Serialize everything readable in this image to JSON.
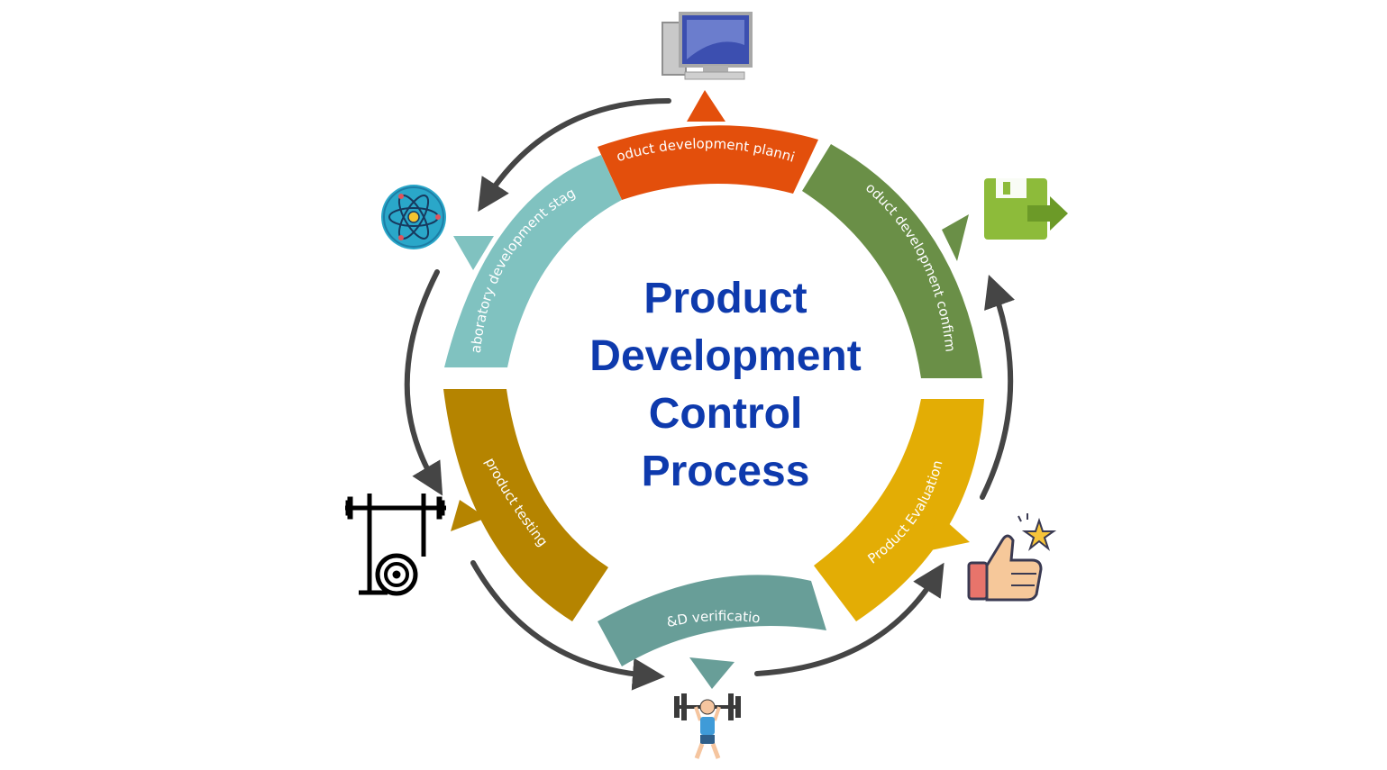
{
  "title_lines": [
    "Product",
    "Development",
    "Control",
    "Process"
  ],
  "stages": [
    {
      "label": "Product development planning",
      "color": "#e34f0c"
    },
    {
      "label": "Product development confirmed",
      "color": "#6a8f47"
    },
    {
      "label": "Product Evaluation",
      "color": "#e3ad05"
    },
    {
      "label": "R&D verification",
      "color": "#689e98"
    },
    {
      "label": "product testing",
      "color": "#b58400"
    },
    {
      "label": "Laboratory development stage",
      "color": "#80c2c0"
    }
  ],
  "icons": [
    "computer-monitor-icon",
    "green-export-box-icon",
    "thumbs-up-star-icon",
    "weightlifter-icon",
    "barbell-target-icon",
    "atom-icon"
  ],
  "arrow_color": "#454545"
}
